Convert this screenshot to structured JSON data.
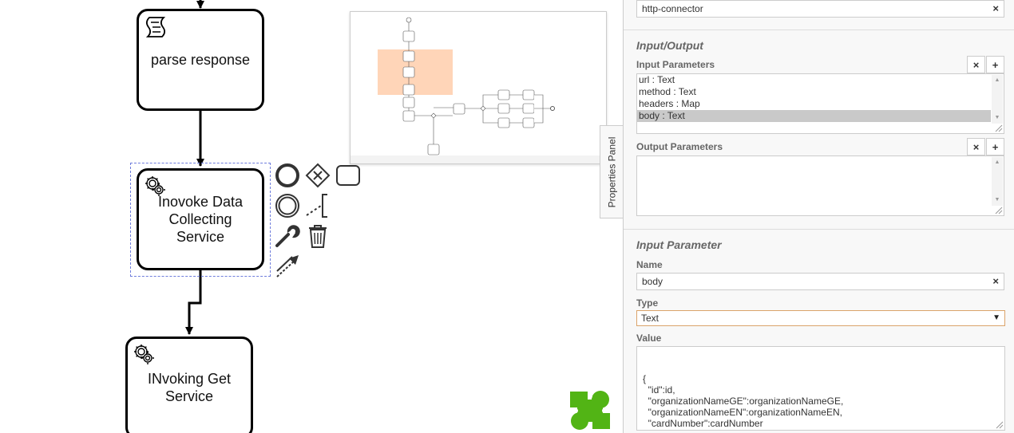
{
  "diagram": {
    "tasks": [
      {
        "id": "parse-response",
        "label": "parse response",
        "type": "script"
      },
      {
        "id": "invoke-data-collecting",
        "label": "Inovoke Data Collecting Service",
        "type": "service"
      },
      {
        "id": "invoking-get",
        "label": "INvoking Get Service",
        "type": "service"
      }
    ]
  },
  "context_pad": {
    "items": [
      "end-event",
      "exclusive-gateway",
      "task",
      "intermediate-event",
      "text-annotation",
      "change-type",
      "delete",
      "connect"
    ]
  },
  "panel_tab": {
    "label": "Properties Panel"
  },
  "panel": {
    "connector_id": "http-connector",
    "io_title": "Input/Output",
    "input_params_label": "Input Parameters",
    "input_params": [
      "url : Text",
      "method : Text",
      "headers : Map",
      "body : Text"
    ],
    "selected_param": "body : Text",
    "output_params_label": "Output Parameters",
    "output_params": [],
    "input_param_title": "Input Parameter",
    "name_label": "Name",
    "name_value": "body",
    "type_label": "Type",
    "type_value": "Text",
    "value_label": "Value",
    "value_text": "{\n  \"id\":id,\n  \"organizationNameGE\":organizationNameGE,\n  \"organizationNameEN\":organizationNameEN,\n  \"cardNumber\":cardNumber\n\n}",
    "clear_glyph": "×",
    "add_glyph": "+",
    "remove_glyph": "×"
  },
  "colors": {
    "selection": "#6f7ddc",
    "minimap_viewport": "#ffd5b8",
    "logo": "#52b415",
    "type_border": "#dba46b"
  }
}
